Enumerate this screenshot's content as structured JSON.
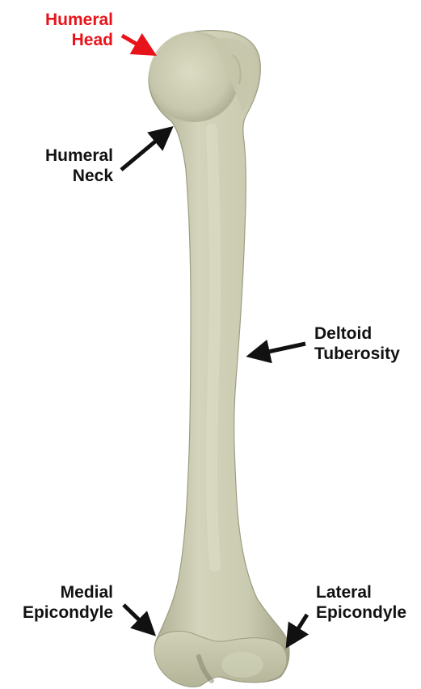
{
  "colors": {
    "highlight": "#e8131a",
    "label": "#111111",
    "arrow": "#111111",
    "bone_fill": "#c9cab0",
    "bone_shadow": "#9fa085",
    "bone_light": "#e1e2cb"
  },
  "labels": {
    "humeral_head": {
      "line1": "Humeral",
      "line2": "Head"
    },
    "humeral_neck": {
      "line1": "Humeral",
      "line2": "Neck"
    },
    "deltoid_tuberosity": {
      "line1": "Deltoid",
      "line2": "Tuberosity"
    },
    "medial_epicondyle": {
      "line1": "Medial",
      "line2": "Epicondyle"
    },
    "lateral_epicondyle": {
      "line1": "Lateral",
      "line2": "Epicondyle"
    }
  }
}
